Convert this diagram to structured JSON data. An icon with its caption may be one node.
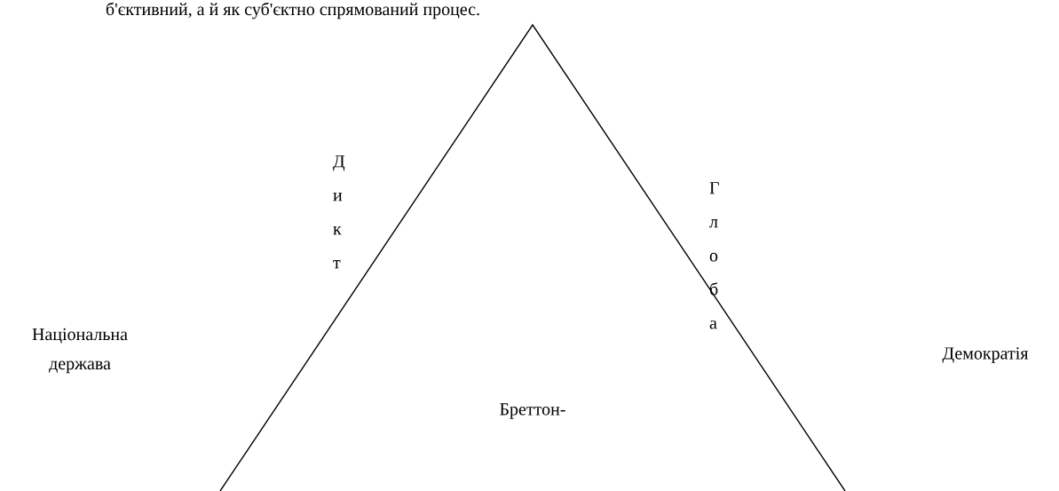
{
  "diagram": {
    "labels": [
      "б'єктивний, а й як суб'єктно спрямований процес.",
      "Дикт",
      "Глоба",
      "Національна держава",
      "Демократія",
      "Бреттон-"
    ]
  }
}
